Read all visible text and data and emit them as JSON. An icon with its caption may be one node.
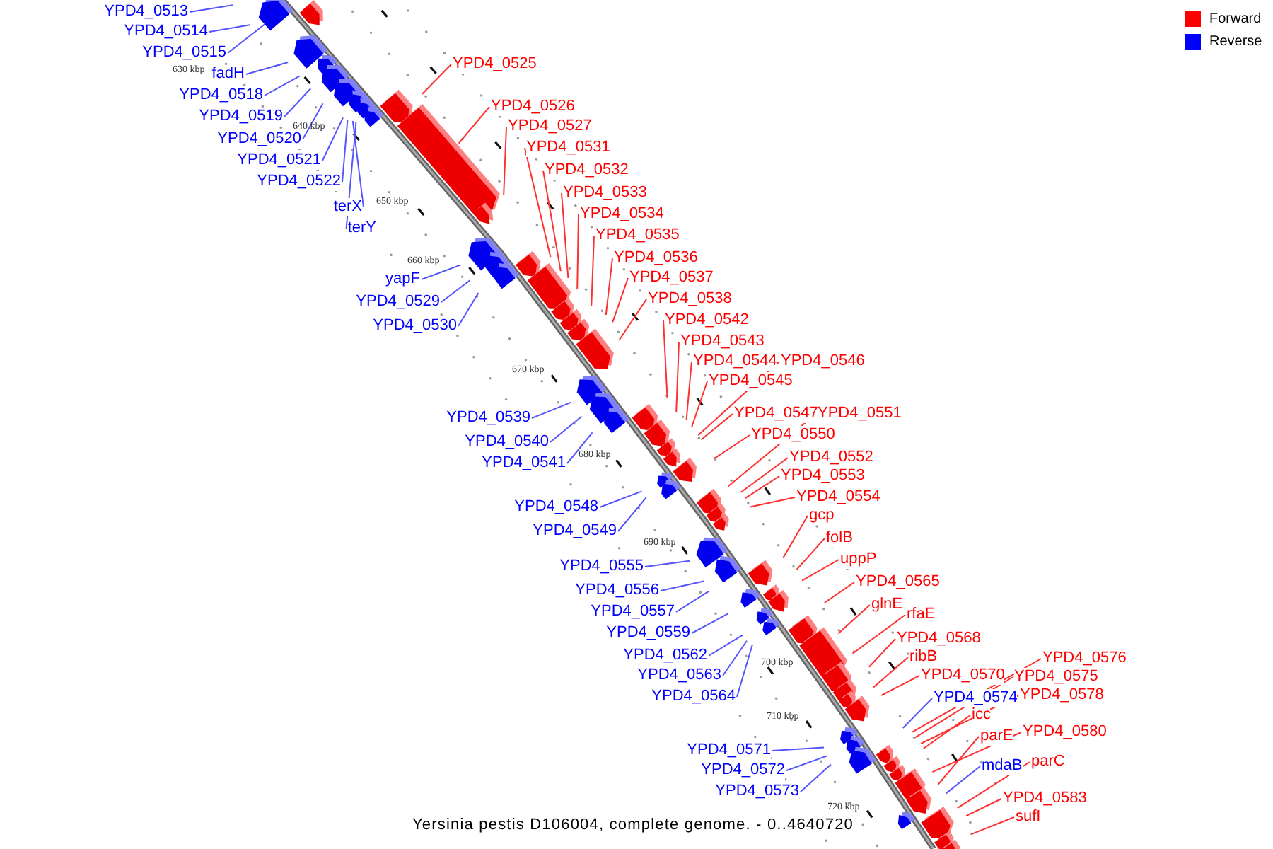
{
  "diagram": {
    "caption": "Yersinia pestis D106004, complete genome. - 0..4640720",
    "nodes": [
      {
        "text": [
          "YPD4_0513"
        ]
      },
      {
        "text": [
          "YPD4_0514"
        ]
      },
      {
        "text": [
          "YPD4_0515"
        ]
      },
      {
        "text": [
          "YPD4_0525"
        ]
      },
      {
        "text": [
          "fadH"
        ]
      },
      {
        "text": [
          "YPD4_0518"
        ]
      },
      {
        "text": [
          "YPD4_0526"
        ]
      },
      {
        "text": [
          "YPD4_0519"
        ]
      },
      {
        "text": [
          "YPD4_0527"
        ]
      },
      {
        "text": [
          "YPD4_0520"
        ]
      },
      {
        "text": [
          "YPD4_0531"
        ]
      },
      {
        "text": [
          "YPD4_0521"
        ]
      },
      {
        "text": [
          "YPD4_0532"
        ]
      },
      {
        "text": [
          "YPD4_0522"
        ]
      },
      {
        "text": [
          "YPD4_0533"
        ]
      },
      {
        "text": [
          "terX"
        ]
      },
      {
        "text": [
          "YPD4_0534"
        ]
      },
      {
        "text": [
          "terY"
        ]
      },
      {
        "text": [
          "YPD4_0535"
        ]
      },
      {
        "text": [
          "YPD4_0536"
        ]
      },
      {
        "text": [
          "YPD4_0537"
        ]
      },
      {
        "text": [
          "yapF"
        ]
      },
      {
        "text": [
          "YPD4_0538"
        ]
      },
      {
        "text": [
          "YPD4_0529"
        ]
      },
      {
        "text": [
          "YPD4_0542"
        ]
      },
      {
        "text": [
          "YPD4_0530"
        ]
      },
      {
        "text": [
          "YPD4_0543"
        ]
      },
      {
        "text": [
          "YPD4_0544"
        ]
      },
      {
        "text": [
          "YPD4_0546"
        ]
      },
      {
        "text": [
          "YPD4_0545"
        ]
      },
      {
        "text": [
          "YPD4_0547"
        ]
      },
      {
        "text": [
          "YPD4_0551"
        ]
      },
      {
        "text": [
          "YPD4_0539"
        ]
      },
      {
        "text": [
          "YPD4_0550"
        ]
      },
      {
        "text": [
          "YPD4_0540"
        ]
      },
      {
        "text": [
          "YPD4_0552"
        ]
      },
      {
        "text": [
          "YPD4_0541"
        ]
      },
      {
        "text": [
          "YPD4_0553"
        ]
      },
      {
        "text": [
          "YPD4_0554"
        ]
      },
      {
        "text": [
          "YPD4_0548"
        ]
      },
      {
        "text": [
          "gcp"
        ]
      },
      {
        "text": [
          "YPD4_0549"
        ]
      },
      {
        "text": [
          "folB"
        ]
      },
      {
        "text": [
          "uppP"
        ]
      },
      {
        "text": [
          "YPD4_0555"
        ]
      },
      {
        "text": [
          "YPD4_0565"
        ]
      },
      {
        "text": [
          "YPD4_0556"
        ]
      },
      {
        "text": [
          "glnE"
        ]
      },
      {
        "text": [
          "YPD4_0557"
        ]
      },
      {
        "text": [
          "rfaE"
        ]
      },
      {
        "text": [
          "YPD4_0559"
        ]
      },
      {
        "text": [
          "YPD4_0568"
        ]
      },
      {
        "text": [
          "YPD4_0562"
        ]
      },
      {
        "text": [
          "ribB"
        ]
      },
      {
        "text": [
          "YPD4_0576"
        ]
      },
      {
        "text": [
          "YPD4_0563"
        ]
      },
      {
        "text": [
          "YPD4_0570"
        ]
      },
      {
        "text": [
          "YPD4_0575"
        ]
      },
      {
        "text": [
          "YPD4_0574"
        ]
      },
      {
        "text": [
          "YPD4_0578"
        ]
      },
      {
        "text": [
          "YPD4_0564"
        ]
      },
      {
        "text": [
          "icc"
        ]
      },
      {
        "text": [
          "YPD4_0580"
        ]
      },
      {
        "text": [
          "parE"
        ]
      },
      {
        "text": [
          "YPD4_0571"
        ]
      },
      {
        "text": [
          "parC"
        ]
      },
      {
        "text": [
          "mdaB"
        ]
      },
      {
        "text": [
          "YPD4_0572"
        ]
      },
      {
        "text": [
          "YPD4_0573"
        ]
      },
      {
        "text": [
          "YPD4_0583"
        ]
      },
      {
        "text": [
          "sufI"
        ]
      }
    ],
    "edges": [
      {
        "from": 0,
        "to": null,
        "arrow": "none",
        "color": "#5555ff"
      },
      {
        "from": 1,
        "to": null,
        "arrow": "none",
        "color": "#5555ff"
      },
      {
        "from": 2,
        "to": null,
        "arrow": "none",
        "color": "#5555ff"
      },
      {
        "from": 3,
        "to": null,
        "arrow": "none"
      },
      {
        "from": 4,
        "to": null,
        "arrow": "none",
        "color": "#5555ff"
      },
      {
        "from": 5,
        "to": null,
        "arrow": "none",
        "color": "#5555ff"
      },
      {
        "from": 6,
        "to": null,
        "arrow": "none"
      },
      {
        "from": 7,
        "to": null,
        "arrow": "none",
        "color": "#5555ff"
      },
      {
        "from": 8,
        "to": null,
        "arrow": "none"
      },
      {
        "from": 9,
        "to": null,
        "arrow": "none",
        "color": "#5555ff"
      },
      {
        "from": 10,
        "to": null,
        "arrow": "none"
      },
      {
        "from": 11,
        "to": null,
        "arrow": "none",
        "color": "#5555ff"
      },
      {
        "from": 12,
        "to": null,
        "arrow": "none"
      },
      {
        "from": 13,
        "to": null,
        "arrow": "none",
        "color": "#5555ff"
      },
      {
        "from": 14,
        "to": null,
        "arrow": "none"
      },
      {
        "from": 15,
        "to": null,
        "arrow": "none",
        "color": "#5555ff"
      },
      {
        "from": 16,
        "to": null,
        "arrow": "none"
      },
      {
        "from": 17,
        "to": null,
        "arrow": "none",
        "color": "#5555ff"
      },
      {
        "from": 18,
        "to": null,
        "arrow": "none"
      },
      {
        "from": 19,
        "to": null,
        "arrow": "none"
      },
      {
        "from": 20,
        "to": null,
        "arrow": "none"
      },
      {
        "from": 21,
        "to": null,
        "arrow": "none",
        "color": "#5555ff"
      },
      {
        "from": 22,
        "to": null,
        "arrow": "none"
      },
      {
        "from": 23,
        "to": null,
        "arrow": "none",
        "color": "#5555ff"
      },
      {
        "from": 24,
        "to": null,
        "arrow": "none"
      },
      {
        "from": 25,
        "to": null,
        "arrow": "none",
        "color": "#5555ff"
      },
      {
        "from": 26,
        "to": null,
        "arrow": "none"
      },
      {
        "from": 27,
        "to": null,
        "arrow": "none"
      },
      {
        "from": 28,
        "to": null,
        "arrow": "none"
      },
      {
        "from": 29,
        "to": null,
        "arrow": "none"
      },
      {
        "from": 30,
        "to": null,
        "arrow": "none"
      },
      {
        "from": 31,
        "to": null,
        "arrow": "none"
      },
      {
        "from": 32,
        "to": null,
        "arrow": "none",
        "color": "#5555ff"
      },
      {
        "from": 33,
        "to": null,
        "arrow": "none"
      },
      {
        "from": 34,
        "to": null,
        "arrow": "none",
        "color": "#5555ff"
      },
      {
        "from": 35,
        "to": null,
        "arrow": "none"
      },
      {
        "from": 36,
        "to": null,
        "arrow": "none",
        "color": "#5555ff"
      },
      {
        "from": 37,
        "to": null,
        "arrow": "none"
      },
      {
        "from": 38,
        "to": null,
        "arrow": "none"
      },
      {
        "from": 39,
        "to": null,
        "arrow": "none",
        "color": "#5555ff"
      },
      {
        "from": 40,
        "to": null,
        "arrow": "none"
      },
      {
        "from": 41,
        "to": null,
        "arrow": "none",
        "color": "#5555ff"
      },
      {
        "from": 42,
        "to": null,
        "arrow": "none"
      },
      {
        "from": 43,
        "to": null,
        "arrow": "none"
      },
      {
        "from": 44,
        "to": null,
        "arrow": "none",
        "color": "#5555ff"
      },
      {
        "from": 45,
        "to": null,
        "arrow": "none"
      },
      {
        "from": 46,
        "to": null,
        "arrow": "none",
        "color": "#5555ff"
      },
      {
        "from": 47,
        "to": null,
        "arrow": "none"
      },
      {
        "from": 48,
        "to": null,
        "arrow": "none",
        "color": "#5555ff"
      },
      {
        "from": 49,
        "to": null,
        "arrow": "none"
      },
      {
        "from": 50,
        "to": null,
        "arrow": "none",
        "color": "#5555ff"
      },
      {
        "from": 51,
        "to": null,
        "arrow": "none"
      },
      {
        "from": 52,
        "to": null,
        "arrow": "none",
        "color": "#5555ff"
      },
      {
        "from": 53,
        "to": null,
        "arrow": "none"
      },
      {
        "from": 54,
        "to": null,
        "arrow": "none"
      },
      {
        "from": 55,
        "to": null,
        "arrow": "none",
        "color": "#5555ff"
      },
      {
        "from": 56,
        "to": null,
        "arrow": "none"
      },
      {
        "from": 57,
        "to": null,
        "arrow": "none"
      },
      {
        "from": 58,
        "to": null,
        "arrow": "none",
        "color": "#5555ff"
      },
      {
        "from": 59,
        "to": null,
        "arrow": "none"
      },
      {
        "from": 60,
        "to": null,
        "arrow": "none",
        "color": "#5555ff"
      },
      {
        "from": 61,
        "to": null,
        "arrow": "none"
      },
      {
        "from": 62,
        "to": null,
        "arrow": "none"
      },
      {
        "from": 63,
        "to": null,
        "arrow": "none"
      },
      {
        "from": 64,
        "to": null,
        "arrow": "none",
        "color": "#5555ff"
      },
      {
        "from": 65,
        "to": null,
        "arrow": "none"
      },
      {
        "from": 66,
        "to": null,
        "arrow": "none",
        "color": "#5555ff"
      },
      {
        "from": 67,
        "to": null,
        "arrow": "none",
        "color": "#5555ff"
      },
      {
        "from": 68,
        "to": null,
        "arrow": "none",
        "color": "#5555ff"
      },
      {
        "from": 69,
        "to": null,
        "arrow": "none"
      },
      {
        "from": 70,
        "to": null,
        "arrow": "none"
      }
    ],
    "labels": [
      "630 kbp",
      "640 kbp",
      "650 kbp",
      "660 kbp",
      "670 kbp",
      "680 kbp",
      "690 kbp",
      "700 kbp",
      "710 kbp",
      "720 kbp"
    ],
    "legend": [
      {
        "text": "Forward",
        "color": "#ff0000"
      },
      {
        "text": "Reverse",
        "color": "#0000ff"
      }
    ]
  }
}
